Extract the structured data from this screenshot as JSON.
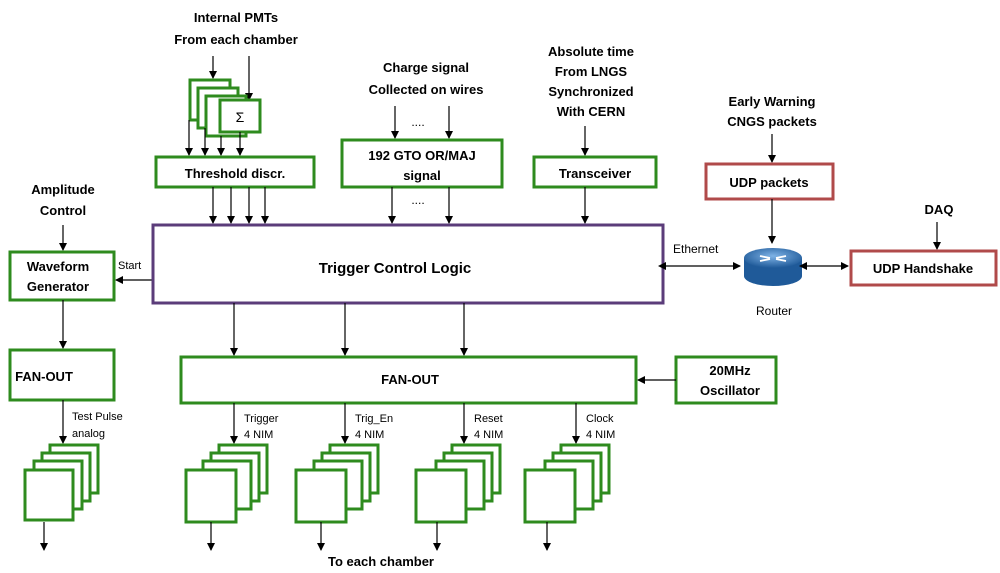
{
  "colors": {
    "green": "#2e8b1e",
    "red": "#b04a4a",
    "purple": "#5b3c7a",
    "line": "#000000",
    "router_blue": "#2f6fb0"
  },
  "labels": {
    "internal_pmts": "Internal PMTs",
    "from_each_chamber": "From each chamber",
    "sigma": "Σ",
    "threshold_discr": "Threshold discr.",
    "charge_signal": "Charge signal",
    "collected_on_wires": "Collected on wires",
    "dots_top": "....",
    "gto_line1": "192 GTO OR/MAJ",
    "gto_line2": "signal",
    "dots_bottom": "....",
    "absolute_time": "Absolute time",
    "from_lngs": "From LNGS",
    "synchronized": "Synchronized",
    "with_cern": "With CERN",
    "transceiver": "Transceiver",
    "early_warning": "Early Warning",
    "cngs_packets": "CNGS packets",
    "udp_packets": "UDP packets",
    "amplitude": "Amplitude",
    "control": "Control",
    "waveform": "Waveform",
    "generator": "Generator",
    "start": "Start",
    "trigger_control_logic": "Trigger Control Logic",
    "ethernet": "Ethernet",
    "router": "Router",
    "daq": "DAQ",
    "udp_handshake": "UDP Handshake",
    "fanout_left": "FAN-OUT",
    "fanout_main": "FAN-OUT",
    "osc_line1": "20MHz",
    "osc_line2": "Oscillator",
    "test_pulse": "Test Pulse",
    "analog": "analog",
    "trigger": "Trigger",
    "trigger_nim": "4 NIM",
    "trig_en": "Trig_En",
    "trig_en_nim": "4 NIM",
    "reset": "Reset",
    "reset_nim": "4 NIM",
    "clock": "Clock",
    "clock_nim": "4 NIM",
    "to_each_chamber": "To each chamber"
  }
}
